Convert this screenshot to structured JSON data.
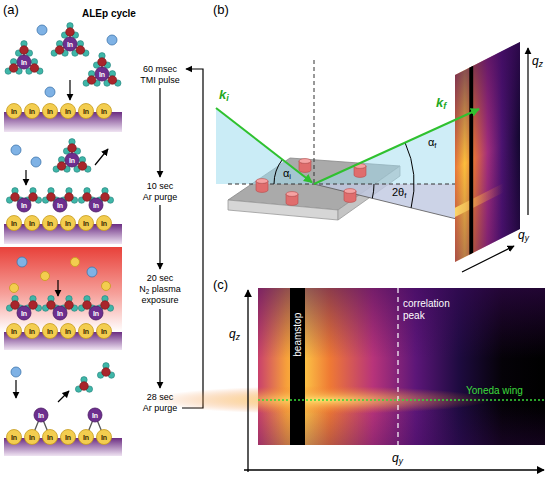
{
  "diagram": {
    "labels": [
      "(a)",
      "ALEp cycle",
      "60 msec",
      "TMI pulse",
      "10 sec",
      "Ar purge",
      "20 sec",
      "N2 plasma",
      "exposure",
      "28 sec",
      "Ar purge",
      "(b)",
      "ki",
      "αi",
      "kf",
      "αf",
      "2θf",
      "qz",
      "qy",
      "(c)",
      "beamstop",
      "correlation peak",
      "Yoneda wing",
      "qz",
      "qy",
      "In",
      "In",
      "In",
      "In",
      "In",
      "In",
      "In",
      "In",
      "In",
      "In",
      "In",
      "In",
      "In",
      "In",
      "In",
      "In",
      "In",
      "In",
      "In",
      "In",
      "In",
      "In",
      "In",
      "In",
      "In",
      "In",
      "In",
      "In",
      "In",
      "In",
      "In",
      "In",
      "In",
      "In",
      "In",
      "In"
    ]
  }
}
